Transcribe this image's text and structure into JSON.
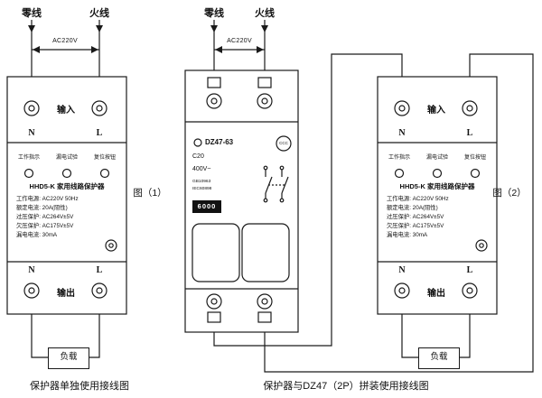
{
  "colors": {
    "ink": "#1a1a1a",
    "background": "#ffffff"
  },
  "left_group": {
    "neutral": "零线",
    "live": "火线",
    "voltage": "AC220V",
    "fig": "图（1）",
    "caption": "保护器单独使用接线图",
    "load": "负载",
    "device": {
      "n": "N",
      "l": "L",
      "input": "输入",
      "output": "输出",
      "ind1": "工作指示",
      "ind2": "漏电试验",
      "ind3": "复位按钮",
      "title": "HHD5-K 家用线路保护器",
      "spec1": "工作电源: AC220V 50Hz",
      "spec2": "额定电流: 20A(阻性)",
      "spec3": "过压保护: AC264V±5V",
      "spec4": "欠压保护: AC175V±5V",
      "spec5": "漏电电流: 30mA"
    }
  },
  "middle_group": {
    "neutral": "零线",
    "live": "火线",
    "voltage": "AC220V",
    "breaker": {
      "model": "DZ47-63",
      "cert": "CCC",
      "rating": "C20",
      "voltage": "400V~",
      "std1": "GB10963",
      "std2": "IEC60898",
      "capacity": "6000"
    }
  },
  "right_group": {
    "fig": "图（2）",
    "caption": "保护器与DZ47（2P）拼装使用接线图",
    "load": "负载",
    "device": {
      "n": "N",
      "l": "L",
      "input": "输入",
      "output": "输出",
      "ind1": "工作指示",
      "ind2": "漏电试验",
      "ind3": "复位按钮",
      "title": "HHD5-K 家用线路保护器",
      "spec1": "工作电源: AC220V 50Hz",
      "spec2": "额定电流: 20A(阻性)",
      "spec3": "过压保护: AC264V±5V",
      "spec4": "欠压保护: AC175V±5V",
      "spec5": "漏电电流: 30mA"
    }
  }
}
